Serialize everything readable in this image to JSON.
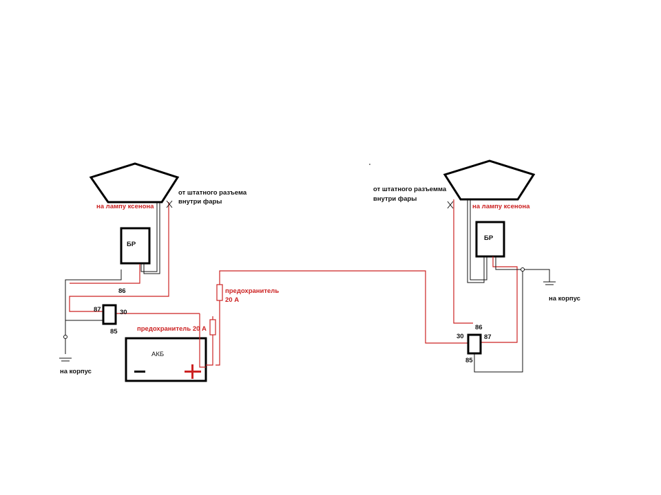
{
  "colors": {
    "wire_red": "#cc2222",
    "wire_black": "#111111"
  },
  "left": {
    "connector_note_line1": "от штатного разъема",
    "connector_note_line2": "внутри фары",
    "lamp_label": "на лампу ксенона",
    "ballast_label": "БР",
    "relay_pins": {
      "p86": "86",
      "p87": "87",
      "p30": "30",
      "p85": "85"
    },
    "ground_label": "на корпус"
  },
  "right": {
    "connector_note_line1": "от штатного разъемма",
    "connector_note_line2": "внутри фары",
    "lamp_label": "на лампу ксенона",
    "ballast_label": "БР",
    "relay_pins": {
      "p86": "86",
      "p87": "87",
      "p30": "30",
      "p85": "85"
    },
    "ground_label": "на корпус"
  },
  "center": {
    "fuse_upper_line1": "предохранитель",
    "fuse_upper_line2": "20 А",
    "fuse_lower": "предохранитель 20 А",
    "battery_label": "АКБ"
  }
}
